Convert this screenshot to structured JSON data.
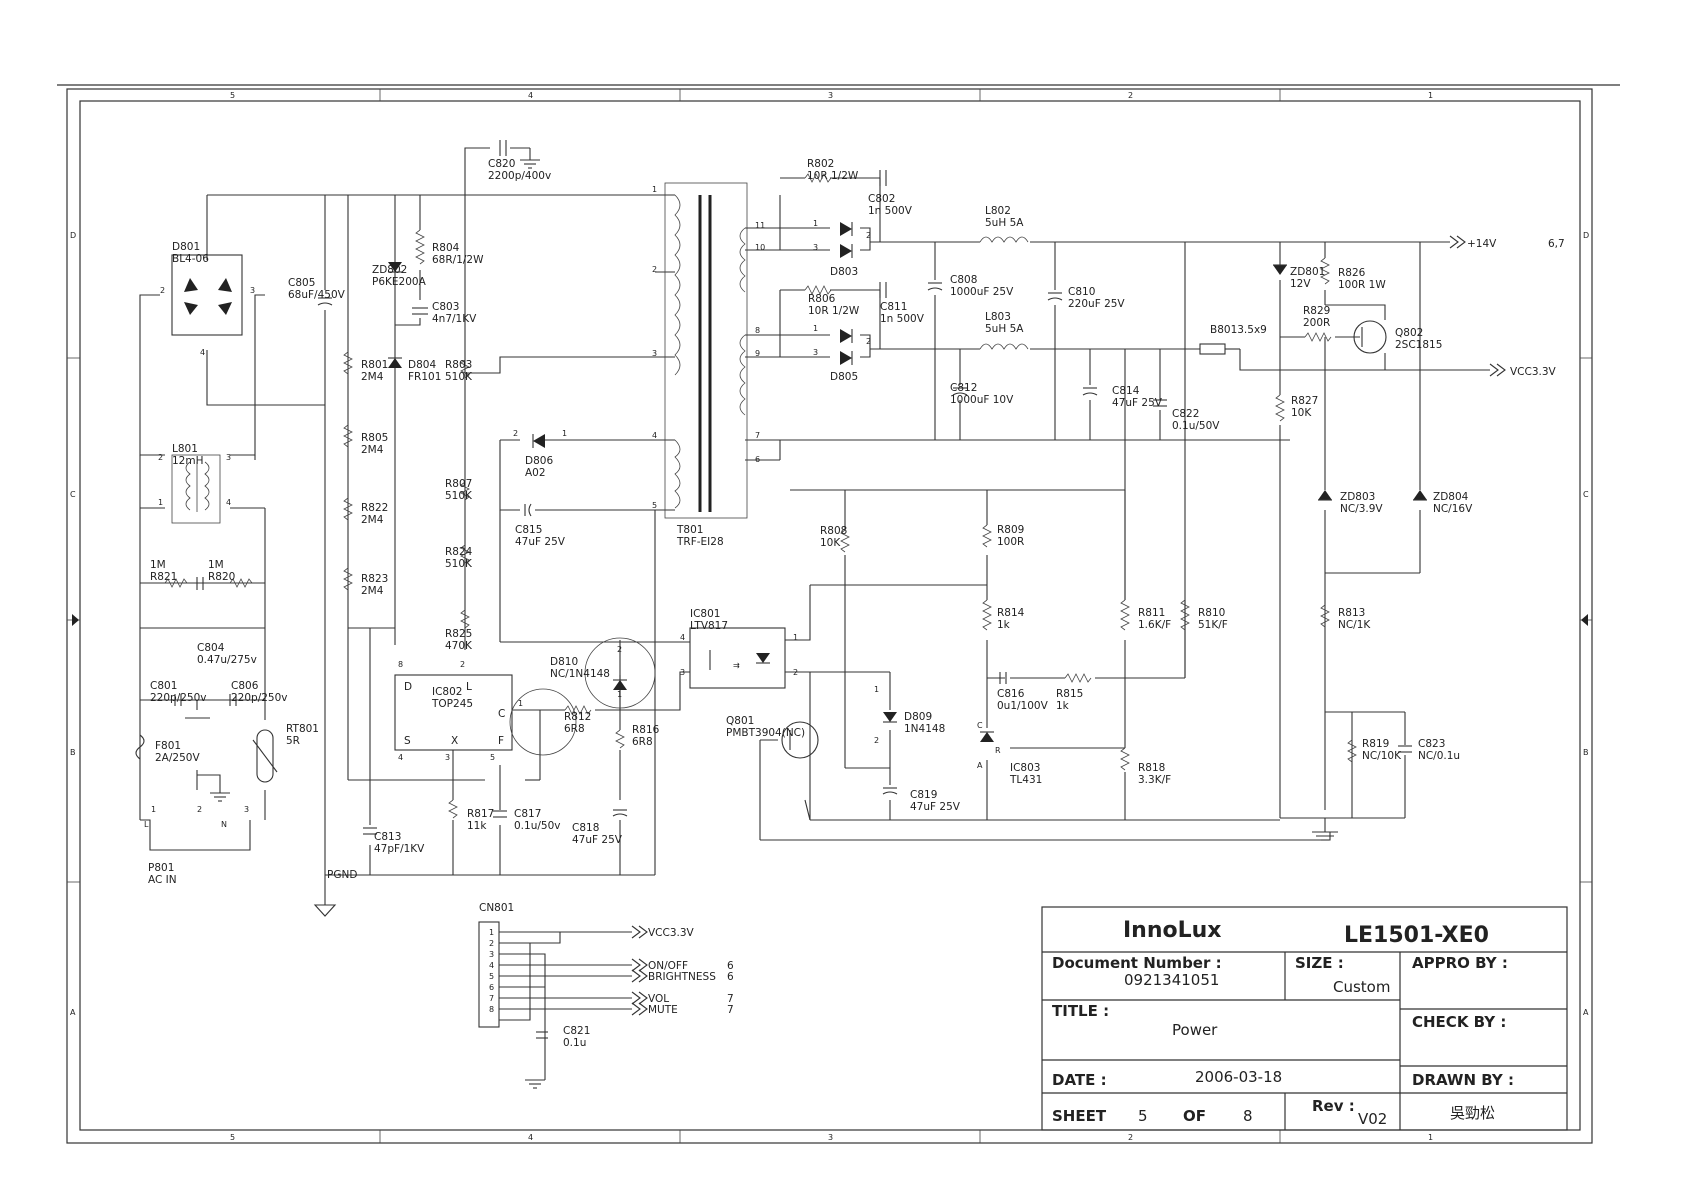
{
  "zone_columns": [
    "5",
    "4",
    "3",
    "2",
    "1"
  ],
  "zone_rows": [
    "D",
    "C",
    "B",
    "A"
  ],
  "title_block": {
    "company": "InnoLux",
    "model": "LE1501-XE0",
    "doc_number_label": "Document Number :",
    "doc_number": "0921341051",
    "size_label": "SIZE :",
    "size": "Custom",
    "appro_label": "APPRO BY :",
    "title_label": "TITLE :",
    "title": "Power",
    "check_label": "CHECK BY :",
    "date_label": "DATE :",
    "date": "2006-03-18",
    "drawn_label": "DRAWN BY :",
    "drawn_by": "吳勁松",
    "sheet_label": "SHEET",
    "sheet": "5",
    "of_label": "OF",
    "of": "8",
    "rev_label": "Rev :",
    "rev": "V02"
  },
  "labels": [
    {
      "id": "c820",
      "text": "C820\n2200p/400v"
    },
    {
      "id": "r802",
      "text": "R802\n10R 1/2W"
    },
    {
      "id": "c802",
      "text": "C802\n1n 500V"
    },
    {
      "id": "l802",
      "text": "L802\n5uH 5A"
    },
    {
      "id": "p14v",
      "text": "+14V"
    },
    {
      "id": "p67",
      "text": "6,7"
    },
    {
      "id": "d801",
      "text": "D801\nBL4-06"
    },
    {
      "id": "zd802",
      "text": "ZD802\nP6KE200A"
    },
    {
      "id": "r804",
      "text": "R804\n68R/1/2W"
    },
    {
      "id": "c805",
      "text": "C805\n68uF/450V"
    },
    {
      "id": "c803",
      "text": "C803\n4n7/1KV"
    },
    {
      "id": "t801",
      "text": "T801\nTRF-EI28"
    },
    {
      "id": "d803",
      "text": "D803"
    },
    {
      "id": "c808",
      "text": "C808\n1000uF 25V"
    },
    {
      "id": "c810",
      "text": "C810\n220uF 25V"
    },
    {
      "id": "zd801",
      "text": "ZD801\n12V"
    },
    {
      "id": "r826",
      "text": "R826\n100R 1W"
    },
    {
      "id": "r806",
      "text": "R806\n10R 1/2W"
    },
    {
      "id": "c811",
      "text": "C811\n1n 500V"
    },
    {
      "id": "l803",
      "text": "L803\n5uH 5A"
    },
    {
      "id": "r829",
      "text": "R829\n200R"
    },
    {
      "id": "q802",
      "text": "Q802\n2SC1815"
    },
    {
      "id": "b801",
      "text": "B8013.5x9"
    },
    {
      "id": "vcc33",
      "text": "VCC3.3V"
    },
    {
      "id": "r801",
      "text": "R801\n2M4"
    },
    {
      "id": "d804",
      "text": "D804\nFR101"
    },
    {
      "id": "r803",
      "text": "R803\n510K"
    },
    {
      "id": "d805",
      "text": "D805"
    },
    {
      "id": "c812",
      "text": "C812\n1000uF 10V"
    },
    {
      "id": "c814",
      "text": "C814\n47uF 25V"
    },
    {
      "id": "c822",
      "text": "C822\n0.1u/50V"
    },
    {
      "id": "r827",
      "text": "R827\n10K"
    },
    {
      "id": "r805",
      "text": "R805\n2M4"
    },
    {
      "id": "l801",
      "text": "L801\n12mH"
    },
    {
      "id": "d806",
      "text": "D806\nA02"
    },
    {
      "id": "r807",
      "text": "R807\n510K"
    },
    {
      "id": "zd803",
      "text": "ZD803\nNC/3.9V"
    },
    {
      "id": "zd804",
      "text": "ZD804\nNC/16V"
    },
    {
      "id": "r822",
      "text": "R822\n2M4"
    },
    {
      "id": "c815",
      "text": "C815\n47uF 25V"
    },
    {
      "id": "r808",
      "text": "R808\n10K"
    },
    {
      "id": "r809",
      "text": "R809\n100R"
    },
    {
      "id": "r821",
      "text": "1M\nR821"
    },
    {
      "id": "r820",
      "text": "1M\nR820"
    },
    {
      "id": "r824",
      "text": "R824\n510K"
    },
    {
      "id": "r823",
      "text": "R823\n2M4"
    },
    {
      "id": "r814",
      "text": "R814\n1k"
    },
    {
      "id": "r811",
      "text": "R811\n1.6K/F"
    },
    {
      "id": "r810",
      "text": "R810\n51K/F"
    },
    {
      "id": "r813",
      "text": "R813\nNC/1K"
    },
    {
      "id": "ic801",
      "text": "IC801\nLTV817"
    },
    {
      "id": "r825",
      "text": "R825\n470K"
    },
    {
      "id": "c804",
      "text": "C804\n0.47u/275v"
    },
    {
      "id": "d810",
      "text": "D810\nNC/1N4148"
    },
    {
      "id": "ic802",
      "text": "IC802\nTOP245"
    },
    {
      "id": "c801",
      "text": "C801\n220p/250v"
    },
    {
      "id": "c806",
      "text": "C806\n220p/250v"
    },
    {
      "id": "rt801",
      "text": "RT801\n5R"
    },
    {
      "id": "r812",
      "text": "R812\n6R8"
    },
    {
      "id": "r816",
      "text": "R816\n6R8"
    },
    {
      "id": "c816",
      "text": "C816\n0u1/100V"
    },
    {
      "id": "r815",
      "text": "R815\n1k"
    },
    {
      "id": "q801",
      "text": "Q801\nPMBT3904(NC)"
    },
    {
      "id": "d809",
      "text": "D809\n1N4148"
    },
    {
      "id": "r819",
      "text": "R819\nNC/10K"
    },
    {
      "id": "c823",
      "text": "C823\nNC/0.1u"
    },
    {
      "id": "f801",
      "text": "F801\n2A/250V"
    },
    {
      "id": "ic803",
      "text": "IC803\nTL431"
    },
    {
      "id": "r818",
      "text": "R818\n3.3K/F"
    },
    {
      "id": "c819",
      "text": "C819\n47uF 25V"
    },
    {
      "id": "r817",
      "text": "R817\n11k"
    },
    {
      "id": "c817",
      "text": "C817\n0.1u/50v"
    },
    {
      "id": "c818",
      "text": "C818\n47uF 25V"
    },
    {
      "id": "c813",
      "text": "C813\n47pF/1KV"
    },
    {
      "id": "p801",
      "text": "P801\nAC IN"
    },
    {
      "id": "pgnd",
      "text": "PGND"
    },
    {
      "id": "cn801",
      "text": "CN801"
    },
    {
      "id": "cn_vcc",
      "text": "VCC3.3V"
    },
    {
      "id": "cn_onoff",
      "text": "ON/OFF"
    },
    {
      "id": "cn_bright",
      "text": "BRIGHTNESS"
    },
    {
      "id": "cn_vol",
      "text": "VOL"
    },
    {
      "id": "cn_mute",
      "text": "MUTE"
    },
    {
      "id": "cn_6a",
      "text": "6"
    },
    {
      "id": "cn_6b",
      "text": "6"
    },
    {
      "id": "cn_7a",
      "text": "7"
    },
    {
      "id": "cn_7b",
      "text": "7"
    },
    {
      "id": "c821",
      "text": "C821\n0.1u"
    }
  ]
}
